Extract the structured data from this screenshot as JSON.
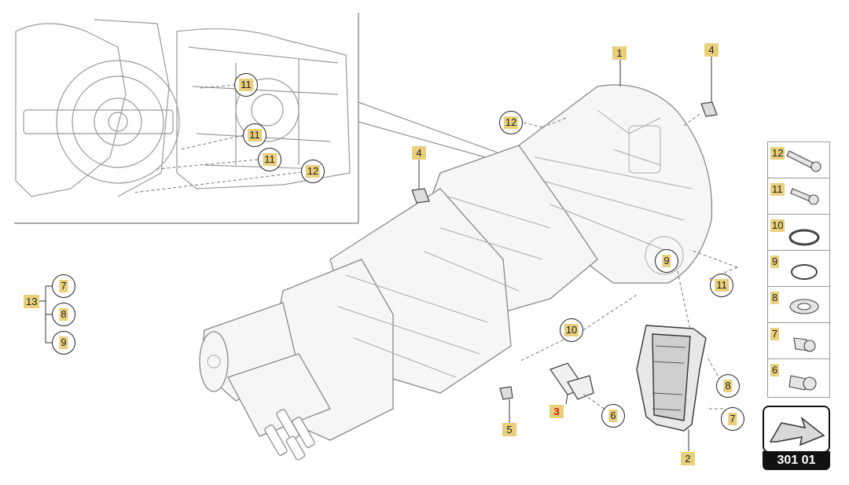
{
  "page_ref": "301 01",
  "group": {
    "label": "13",
    "members": [
      "7",
      "8",
      "9"
    ]
  },
  "parts": [
    {
      "id": "p1",
      "label": "1",
      "style": "square"
    },
    {
      "id": "p2",
      "label": "2",
      "style": "square"
    },
    {
      "id": "p3",
      "label": "3",
      "style": "square-red"
    },
    {
      "id": "p4a",
      "label": "4",
      "style": "square"
    },
    {
      "id": "p4b",
      "label": "4",
      "style": "square"
    },
    {
      "id": "p5",
      "label": "5",
      "style": "square"
    },
    {
      "id": "p6",
      "label": "6",
      "style": "circle"
    },
    {
      "id": "p7",
      "label": "7",
      "style": "circle"
    },
    {
      "id": "p8",
      "label": "8",
      "style": "circle"
    },
    {
      "id": "p9",
      "label": "9",
      "style": "circle"
    },
    {
      "id": "p10",
      "label": "10",
      "style": "circle"
    },
    {
      "id": "p11",
      "label": "11",
      "style": "circle"
    },
    {
      "id": "p12",
      "label": "12",
      "style": "circle"
    }
  ],
  "inset_callouts": [
    "11",
    "11",
    "11",
    "12"
  ],
  "legend": [
    "12",
    "11",
    "10",
    "9",
    "8",
    "7",
    "6"
  ],
  "colors": {
    "callout_fill": "#e9cf7c",
    "highlight_text": "#e01010",
    "line": "#222222"
  }
}
